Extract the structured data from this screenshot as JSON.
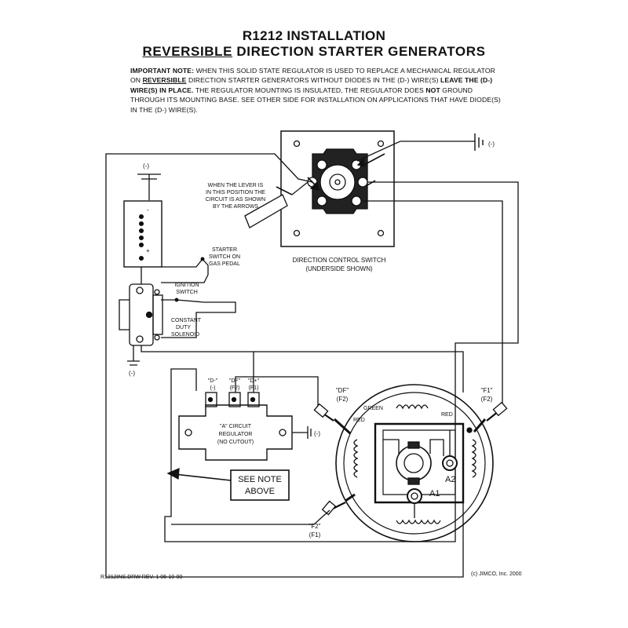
{
  "title": {
    "line1": "R1212 INSTALLATION",
    "line2_underlined": "REVERSIBLE",
    "line2_rest": " DIRECTION  STARTER  GENERATORS"
  },
  "note": {
    "lead": "IMPORTANT NOTE:",
    "t1": "  WHEN THIS SOLID STATE REGULATOR IS USED TO REPLACE A MECHANICAL REGULATOR ON ",
    "rev": "REVERSIBLE",
    "t2": " DIRECTION STARTER GENERATORS WITHOUT DIODES IN THE (D-) WIRE(S) ",
    "leave": "LEAVE THE (D-) WIRE(S) IN PLACE.",
    "t3": "  THE REGULATOR MOUNTING IS INSULATED,  THE REGULATOR DOES ",
    "not": " NOT",
    "t4": " GROUND THROUGH ITS MOUNTING BASE.  SEE OTHER SIDE FOR INSTALLATION ON APPLICATIONS THAT HAVE DIODE(S) IN THE (D-) WIRE(S)."
  },
  "labels": {
    "ground_top_right": "(-)",
    "battery_neg": "(-)",
    "battery_minus": "-",
    "battery_plus": "+",
    "lever_1": "WHEN THE LEVER IS",
    "lever_2": "IN THIS POSITION THE",
    "lever_3": "CIRCUIT IS AS SHOWN",
    "lever_4": "BY THE ARROWS",
    "switch_1": "DIRECTION CONTROL SWITCH",
    "switch_2": "(UNDERSIDE SHOWN)",
    "starter_1": "STARTER",
    "starter_2": "SWITCH ON",
    "starter_3": "GAS PEDAL",
    "ignition_1": "IGNITION",
    "ignition_2": "SWITCH",
    "solenoid_1": "CONSTANT",
    "solenoid_2": "DUTY",
    "solenoid_3": "SOLENOID",
    "solenoid_ground": "(-)",
    "term_dminus_1": "\"D-\"",
    "term_dminus_2": "(-)",
    "term_df_1": "\"DF\"",
    "term_df_2": "(F2)",
    "term_dplus_1": "\"D+\"",
    "term_dplus_2": "(F1)",
    "reg_1": "\"A\" CIRCUIT",
    "reg_2": "REGULATOR",
    "reg_3": "(NO CUTOUT)",
    "reg_ground": "(-)",
    "see_1": "SEE NOTE",
    "see_2": "ABOVE",
    "gen_df_1": "\"DF\"",
    "gen_df_2": "(F2)",
    "gen_f1_1": "\"F1\"",
    "gen_f1_2": "(F2)",
    "gen_f2_1": "\"F2\"",
    "gen_f2_2": "(F1)",
    "green": "GREEN",
    "red_left": "RED",
    "red_right": "RED",
    "a2": "A2",
    "a1": "A1"
  },
  "footer": {
    "left": "R1212INS.DRW  REV. 1  06-10-00",
    "right": "(c) JIMCO, Inc.  2000"
  }
}
